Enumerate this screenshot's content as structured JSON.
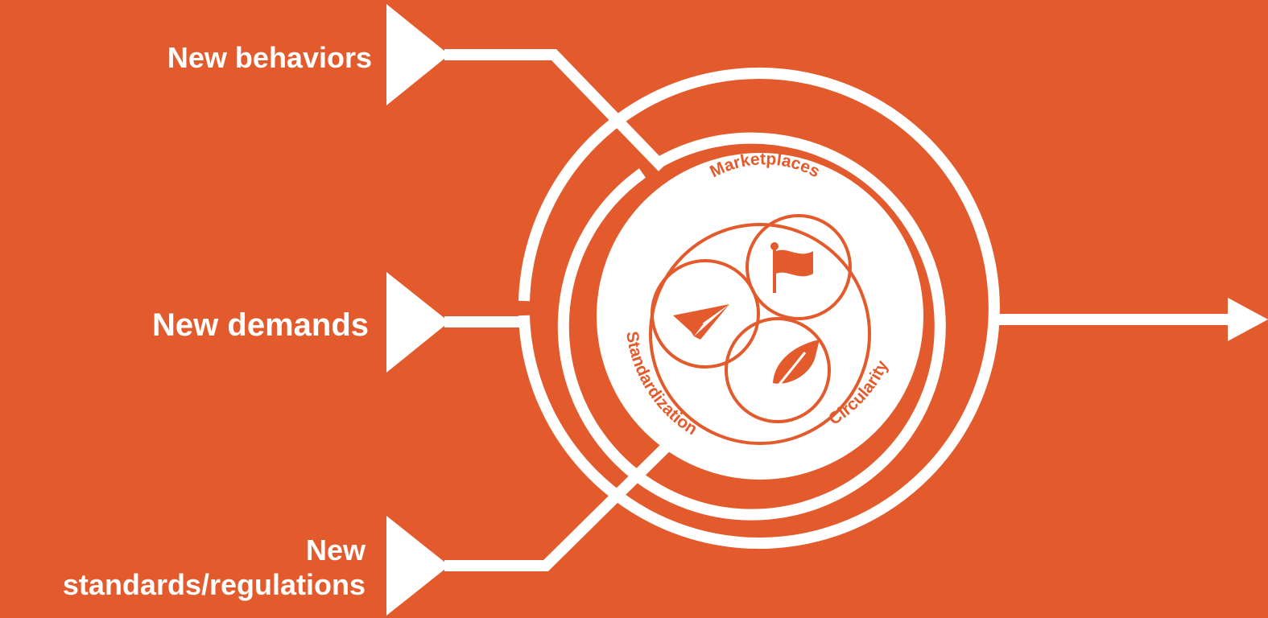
{
  "inputs": {
    "behaviors": "New behaviors",
    "demands": "New demands",
    "standards_line1": "New",
    "standards_line2": "standards/regulations"
  },
  "core": {
    "marketplaces": "Marketplaces",
    "standardization": "Standardization",
    "circularity": "Circularity"
  },
  "icons": [
    "paper-plane-icon",
    "flag-icon",
    "leaf-icon"
  ],
  "colors": {
    "background": "#E35B2C",
    "foreground": "#FFFFFF"
  }
}
